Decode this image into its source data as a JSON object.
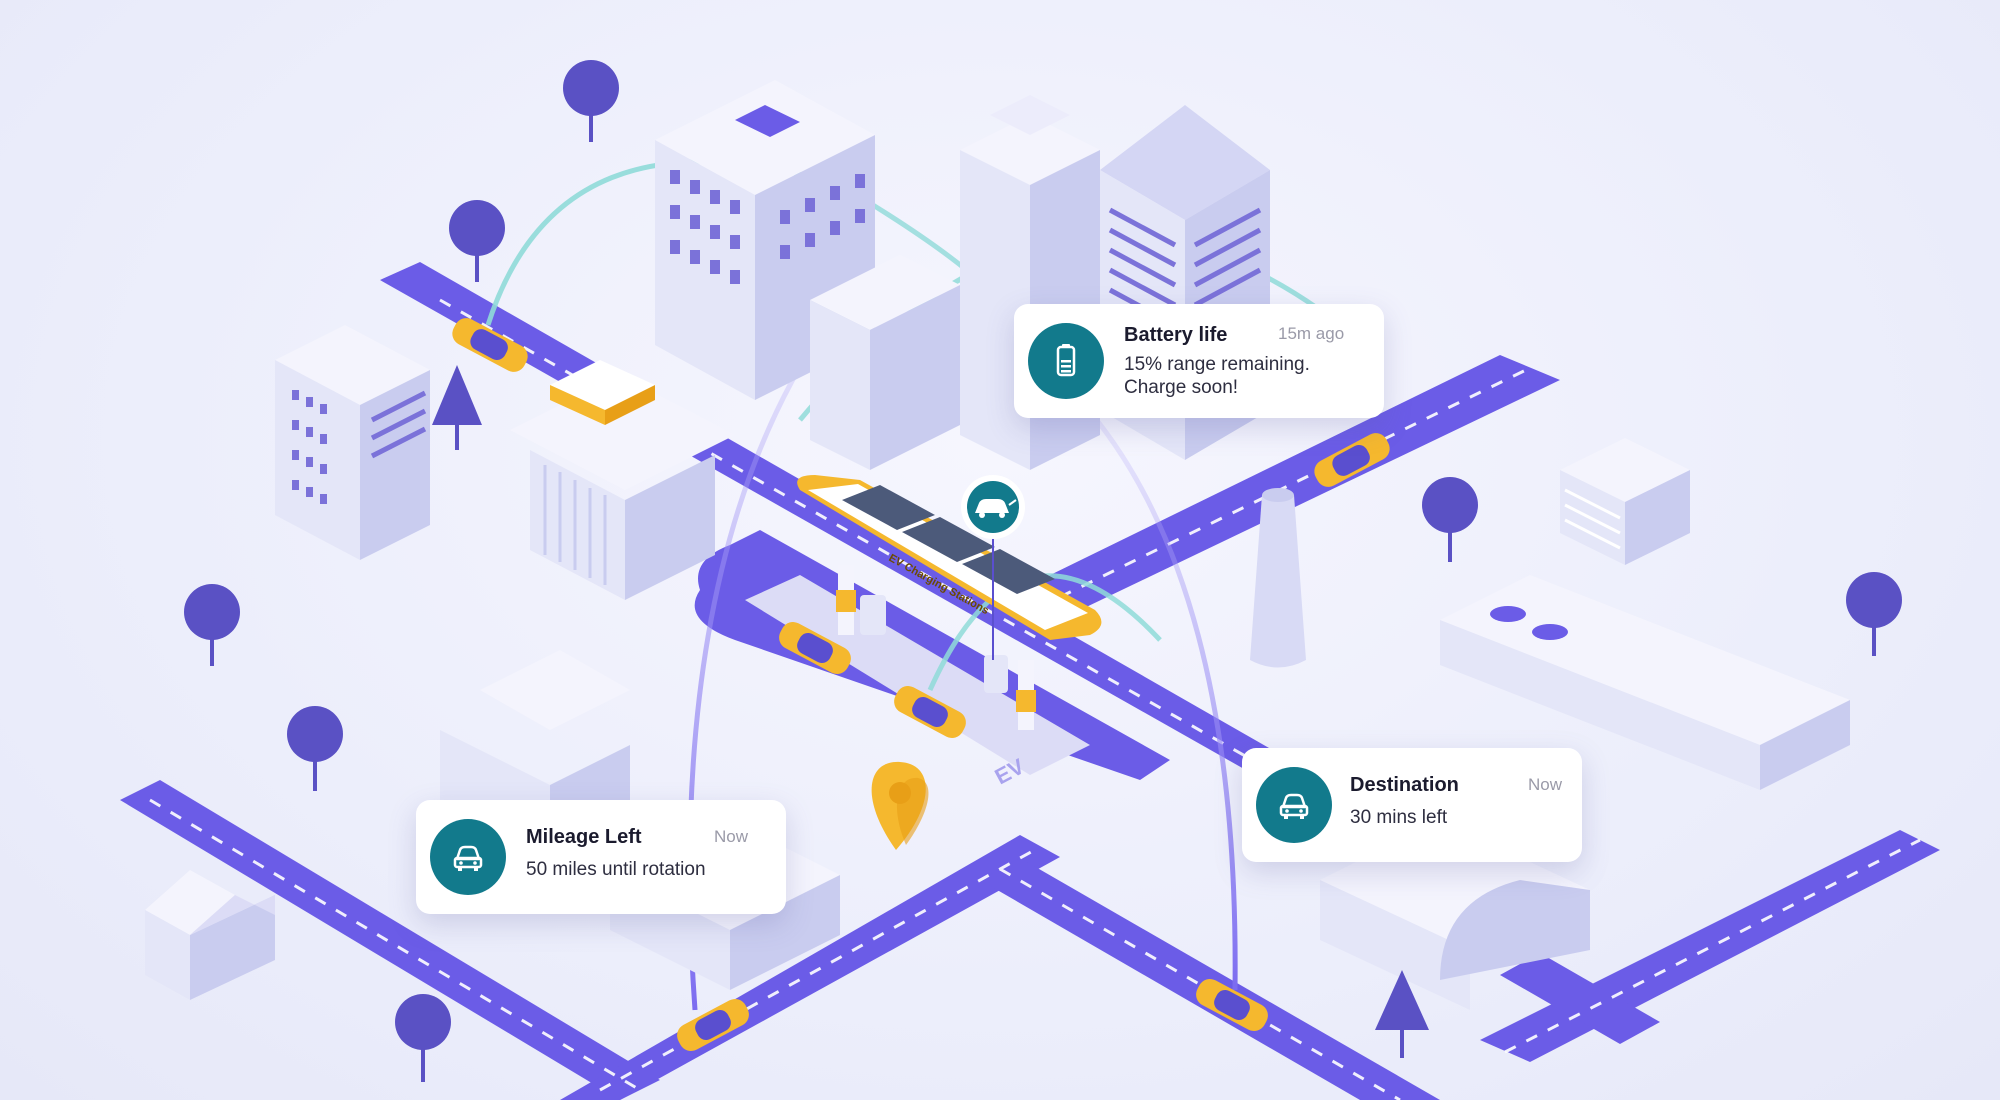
{
  "colors": {
    "background": "#eef0fb",
    "road": "#6b5ce7",
    "road_marking": "#ffffff",
    "building": "#e4e6f8",
    "building_side": "#c9ccef",
    "window": "#7b72d9",
    "tree": "#5a51c4",
    "car": "#f5b82e",
    "car_roof": "#5a4fcf",
    "signal_arc_teal": "#8fdad8",
    "signal_arc_purple": "#9b8ef0",
    "card_icon_bg": "#127a8c"
  },
  "station": {
    "canopy_label": "EV Charging Stations",
    "ground_label": "EV",
    "badge_icon": "ev-car-plug-icon"
  },
  "cards": {
    "battery": {
      "icon": "battery-icon",
      "title": "Battery life",
      "time": "15m ago",
      "line1": "15% range remaining.",
      "line2": "Charge soon!"
    },
    "mileage": {
      "icon": "car-icon",
      "title": "Mileage Left",
      "time": "Now",
      "line1": "50 miles until rotation"
    },
    "destination": {
      "icon": "car-icon",
      "title": "Destination",
      "time": "Now",
      "line1": "30 mins left"
    }
  },
  "location_pin_icon": "map-pin-icon"
}
